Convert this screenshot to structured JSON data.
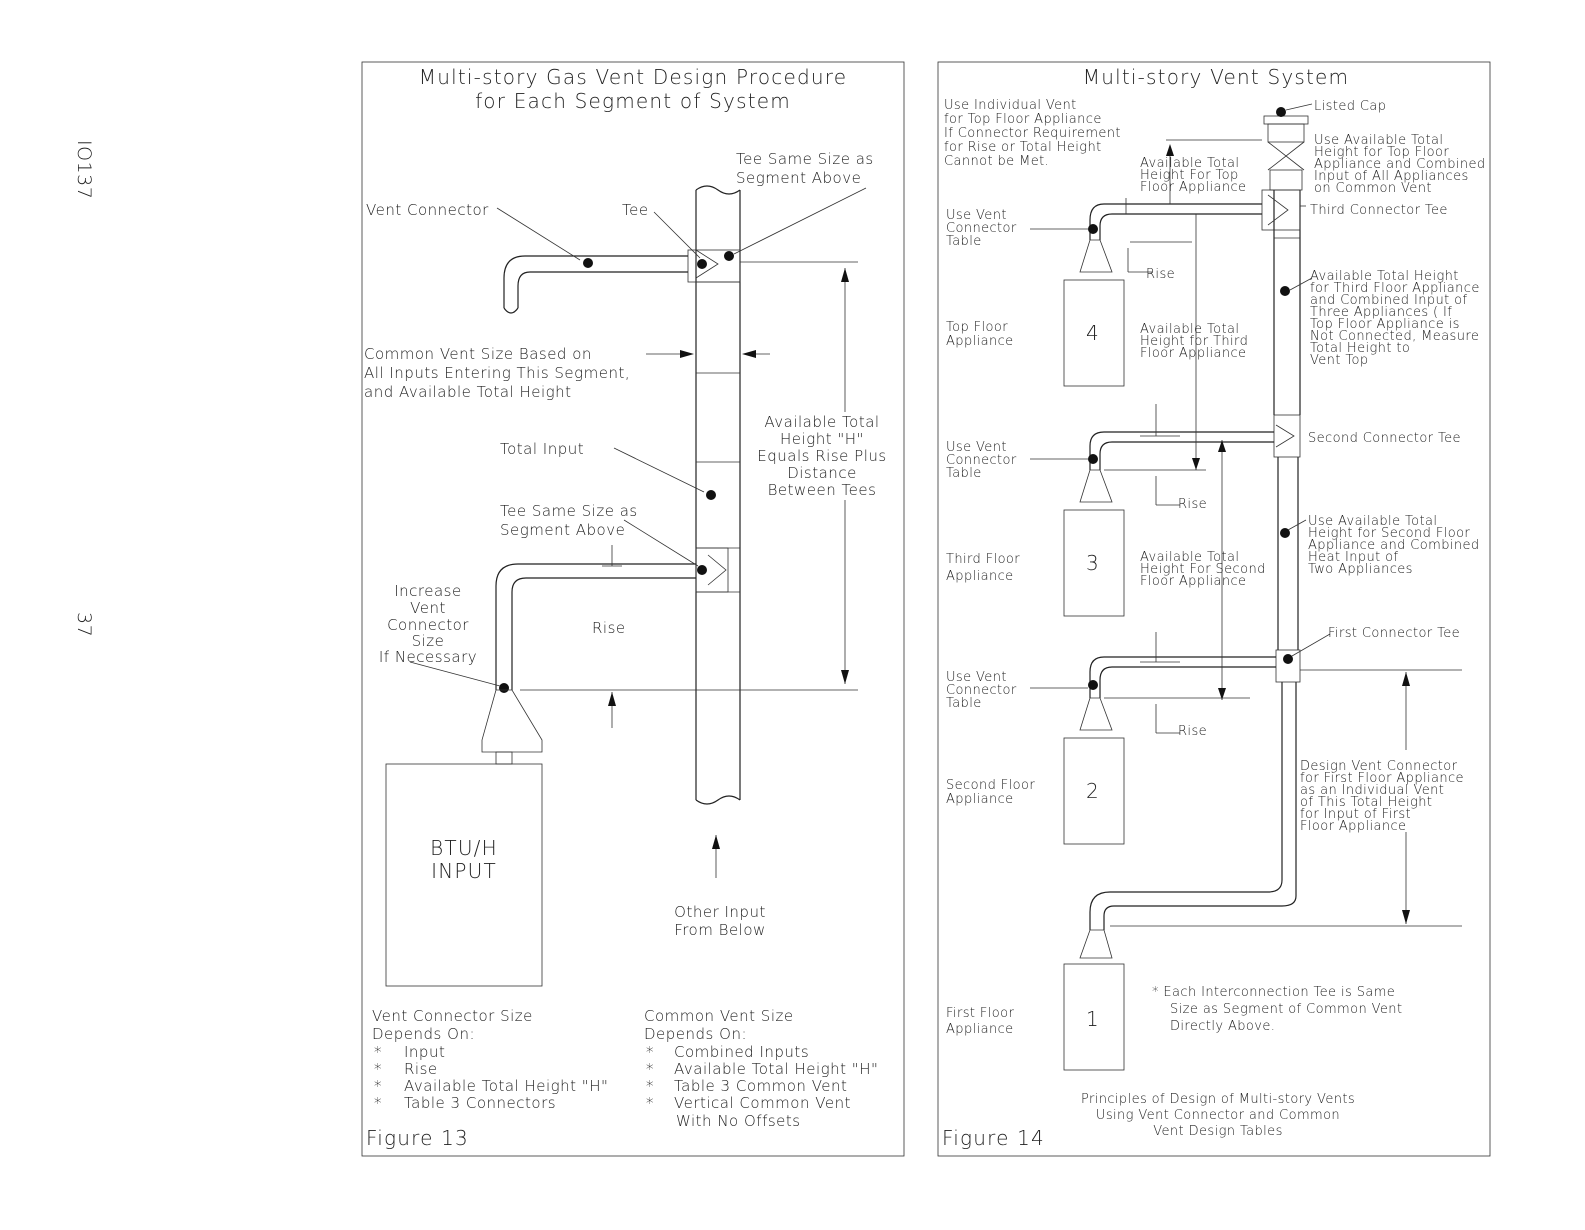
{
  "side_labels": {
    "doc_number": "IO137",
    "page_number": "37"
  },
  "figure13": {
    "title_line1": "Multi-story Gas Vent Design Procedure",
    "title_line2": "for Each Segment of System",
    "label_tee_same_size_line1": "Tee Same Size as",
    "label_tee_same_size_line2": "Segment Above",
    "label_vent_connector": "Vent Connector",
    "label_tee": "Tee",
    "label_common_vent_line1": "Common Vent Size Based on",
    "label_common_vent_line2": "All Inputs Entering This Segment,",
    "label_common_vent_line3": "and Available Total Height",
    "label_available_height_line1": "Available Total",
    "label_available_height_line2": "Height \"H\"",
    "label_available_height_line3": "Equals Rise Plus",
    "label_available_height_line4": "Distance",
    "label_available_height_line5": "Between Tees",
    "label_total_input": "Total Input",
    "label_tee_lower_line1": "Tee Same Size as",
    "label_tee_lower_line2": "Segment Above",
    "label_increase_line1": "Increase",
    "label_increase_line2": "Vent",
    "label_increase_line3": "Connector",
    "label_increase_line4": "Size",
    "label_increase_line5": "If Necessary",
    "label_rise": "Rise",
    "box_label_line1": "BTU/H",
    "box_label_line2": "INPUT",
    "label_other_input_line1": "Other Input",
    "label_other_input_line2": "From Below",
    "notes_left_header1": "Vent Connector Size",
    "notes_left_header2": "Depends On:",
    "notes_left_items": [
      "Input",
      "Rise",
      "Available Total Height \"H\"",
      "Table 3 Connectors"
    ],
    "notes_right_header1": "Common Vent Size",
    "notes_right_header2": "Depends On:",
    "notes_right_items": [
      "Combined Inputs",
      "Available Total Height \"H\"",
      "Table 3 Common Vent",
      "Vertical Common Vent"
    ],
    "notes_right_item_cont": "With No Offsets",
    "bullet": "*",
    "caption": "Figure 13"
  },
  "figure14": {
    "title": "Multi-story Vent System",
    "individual_vent_lines": [
      "Use Individual Vent",
      "for Top Floor Appliance",
      "If Connector Requirement",
      "for Rise or Total Height",
      "Cannot be Met."
    ],
    "listed_cap": "Listed Cap",
    "use_total_top_lines": [
      "Use Available Total",
      "Height for Top Floor",
      "Appliance and Combined",
      "Input of All Appliances",
      "on Common Vent"
    ],
    "avail_top_lines": [
      "Available Total",
      "Height For Top",
      "Floor Appliance"
    ],
    "use_vent_connector_table": [
      "Use Vent",
      "Connector",
      "Table"
    ],
    "third_connector_tee": "Third Connector Tee",
    "rise": "Rise",
    "avail_third_lines": [
      "Available Total",
      "Height for Third",
      "Floor Appliance"
    ],
    "third_total_lines": [
      "Available Total Height",
      "for Third Floor Appliance",
      "and Combined Input of",
      "Three Appliances ( If",
      "Top Floor Appliance is",
      "Not Connected, Measure",
      "Total Height to",
      "Vent Top"
    ],
    "second_connector_tee": "Second Connector Tee",
    "second_total_lines": [
      "Use Available Total",
      "Height for Second Floor",
      "Appliance and Combined",
      "Heat Input of",
      "Two Appliances"
    ],
    "avail_second_lines": [
      "Available Total",
      "Height For Second",
      "Floor Appliance"
    ],
    "first_connector_tee": "First Connector Tee",
    "design_vent_lines": [
      "Design Vent Connector",
      "for First Floor Appliance",
      "as an Individual Vent",
      "of This Total Height",
      "for Input of First",
      "Floor Appliance"
    ],
    "top_floor_appliance": [
      "Top Floor",
      "Appliance"
    ],
    "third_floor_appliance": [
      "Third Floor",
      "Appliance"
    ],
    "second_floor_appliance": [
      "Second Floor",
      "Appliance"
    ],
    "first_floor_appliance": [
      "First Floor",
      "Appliance"
    ],
    "appliance_numbers": [
      "4",
      "3",
      "2",
      "1"
    ],
    "tee_note_lines": [
      "* Each Interconnection Tee is Same",
      "Size as Segment of Common Vent",
      "Directly Above."
    ],
    "principles_lines": [
      "Principles of Design of Multi-story Vents",
      "Using Vent Connector and Common",
      "Vent Design Tables"
    ],
    "caption": "Figure 14"
  }
}
